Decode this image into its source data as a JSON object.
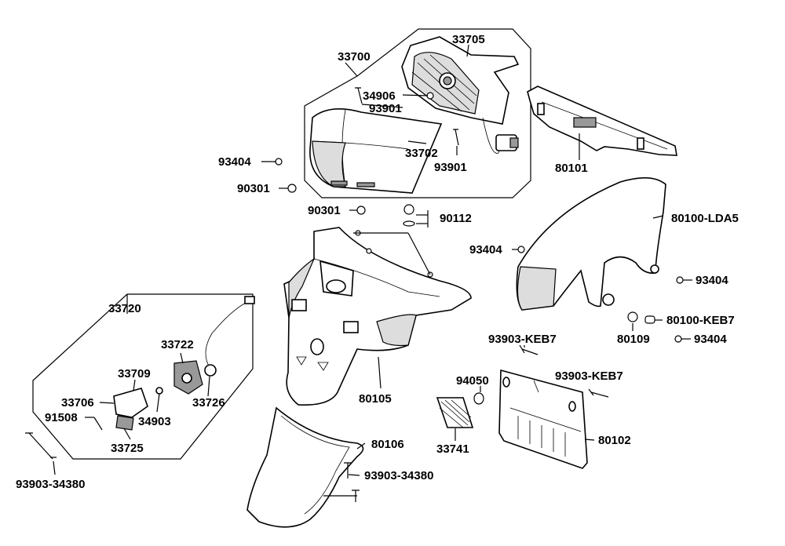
{
  "diagram": {
    "labels": {
      "p33700": "33700",
      "p33705": "33705",
      "p34906": "34906",
      "p93901a": "93901",
      "p33702": "33702",
      "p93901b": "93901",
      "p80101": "80101",
      "p93404a": "93404",
      "p90301a": "90301",
      "p90301b": "90301",
      "p90112": "90112",
      "p80100lda5": "80100-LDA5",
      "p93404b": "93404",
      "p93404c": "93404",
      "p80100keb7": "80100-KEB7",
      "p80109": "80109",
      "p93404d": "93404",
      "p33720": "33720",
      "p33722": "33722",
      "p33709": "33709",
      "p33706": "33706",
      "p91508": "91508",
      "p34903": "34903",
      "p33726": "33726",
      "p33725": "33725",
      "p93903_34380a": "93903-34380",
      "p80105": "80105",
      "p80106": "80106",
      "p93903_34380b": "93903-34380",
      "p93903keb7a": "93903-KEB7",
      "p93903keb7b": "93903-KEB7",
      "p94050": "94050",
      "p33741": "33741",
      "p80102": "80102"
    }
  }
}
